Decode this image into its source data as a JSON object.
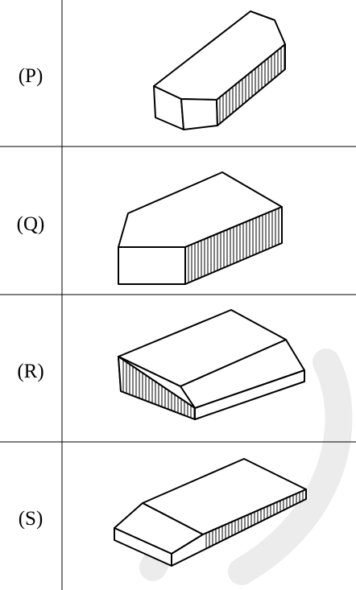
{
  "rows": [
    {
      "id": "P",
      "label": "(P)"
    },
    {
      "id": "Q",
      "label": "(Q)"
    },
    {
      "id": "R",
      "label": "(R)"
    },
    {
      "id": "S",
      "label": "(S)"
    }
  ],
  "colors": {
    "line": "#000000",
    "background": "#ffffff",
    "watermark": "#ececec"
  }
}
